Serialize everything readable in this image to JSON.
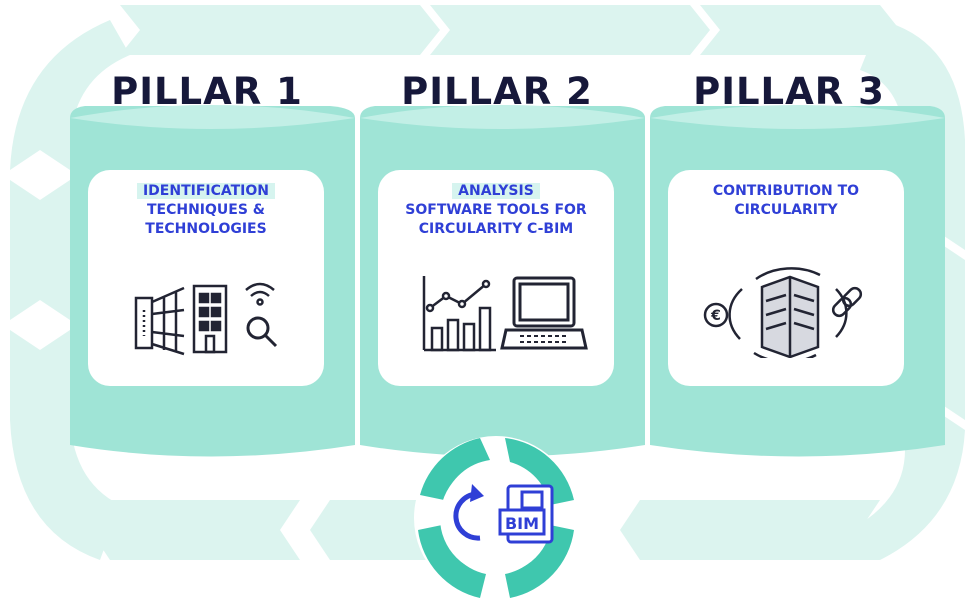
{
  "pillars": [
    {
      "title": "PILLAR 1",
      "lines": [
        "IDENTIFICATION",
        "TECHNIQUES &",
        "TECHNOLOGIES"
      ],
      "icons": [
        "scanner-icon",
        "building-icon",
        "wifi-icon",
        "magnifier-icon"
      ]
    },
    {
      "title": "PILLAR 2",
      "lines": [
        "ANALYSIS",
        "SOFTWARE TOOLS FOR",
        "CIRCULARITY C-BIM"
      ],
      "icons": [
        "bar-chart-icon",
        "laptop-icon"
      ]
    },
    {
      "title": "PILLAR 3",
      "lines": [
        "CONTRIBUTION TO",
        "CIRCULARITY"
      ],
      "icons": [
        "euro-icon",
        "circular-building-icon",
        "chain-link-icon"
      ]
    }
  ],
  "center_badge": {
    "label": "BIM",
    "icons": [
      "refresh-icon",
      "bim-file-icon"
    ]
  },
  "colors": {
    "title": "#16183a",
    "card_text": "#2f3fd6",
    "column_fill": "#9fe4d6",
    "column_top": "#c2efe6",
    "arrow_band": "#dcf4ef",
    "cycle_ring": "#3fc7ae",
    "icon_dark": "#222433",
    "icon_blue": "#2f3fd6"
  }
}
